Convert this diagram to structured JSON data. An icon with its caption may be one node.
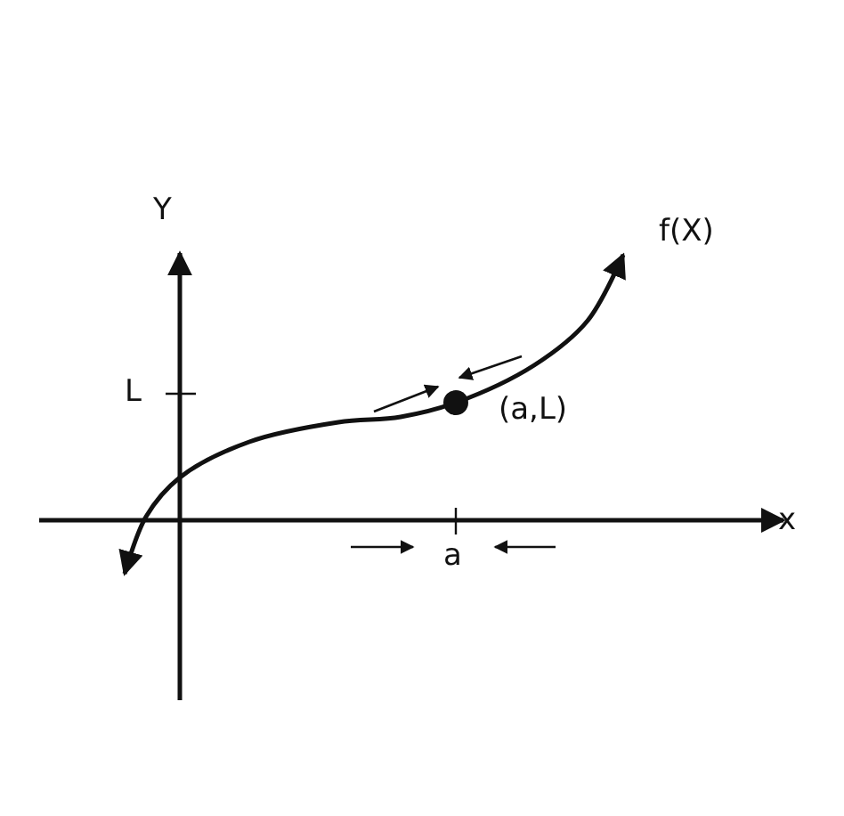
{
  "diagram": {
    "labels": [
      "Y",
      "f(X)",
      "L",
      "(a,L)",
      "x",
      "a"
    ]
  }
}
